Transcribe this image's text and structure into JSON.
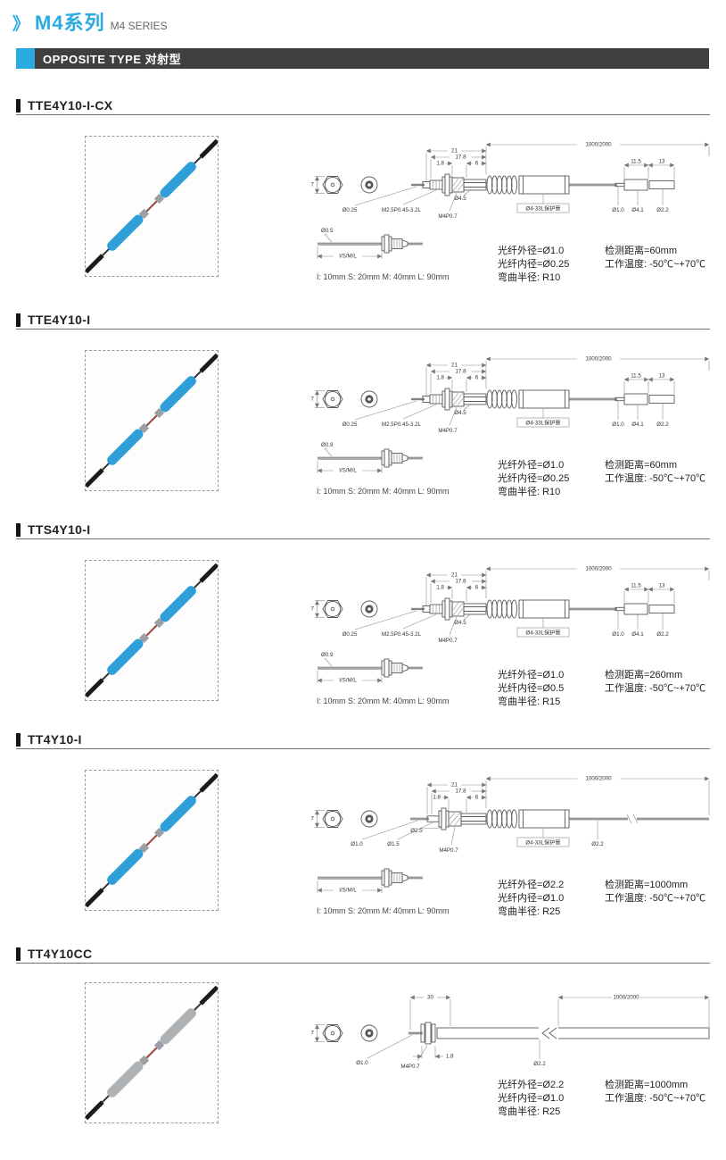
{
  "header": {
    "chevron": "》",
    "title_cn": "M4系列",
    "title_en": "M4 SERIES"
  },
  "banner": {
    "label": "OPPOSITE TYPE 对射型"
  },
  "colors": {
    "accent": "#29abe2",
    "banner_bg": "#3f3f3f"
  },
  "sections": [
    {
      "model": "TTE4Y10-I-CX",
      "photo": {
        "sleeve_color": "#2e9fd8",
        "fiber_color": "#c0473a"
      },
      "drawing": {
        "dim_7": "7",
        "dim_21": "21",
        "dim_178": "17.8",
        "dim_18": "1.8",
        "dim_6": "6",
        "dim_len": "1000/2000",
        "dim_115": "11.5",
        "dim_13": "13",
        "lbl_tip": "Ø0.25",
        "lbl_m25": "M2.5P0.45-3.2L",
        "lbl_m4": "M4P0.7",
        "lbl_d45": "Ø4.5",
        "lbl_tube": "Ø4-33L保护管",
        "lbl_d10": "Ø1.0",
        "lbl_d41": "Ø4.1",
        "lbl_d22": "Ø2.2"
      },
      "fiber_drawing": {
        "diameter": "Ø0.5",
        "length_label": "I/S/M/L"
      },
      "length_note": "I: 10mm S: 20mm M: 40mm L: 90mm",
      "specs": {
        "outer": "光纤外径=Ø1.0",
        "inner": "光纤内径=Ø0.25",
        "bend": "弯曲半径: R10",
        "distance": "检测距离=60mm",
        "temperature": "工作温度: -50℃~+70℃"
      }
    },
    {
      "model": "TTE4Y10-I",
      "photo": {
        "sleeve_color": "#2e9fd8",
        "fiber_color": "#c0473a"
      },
      "drawing": {
        "dim_7": "7",
        "dim_21": "21",
        "dim_178": "17.8",
        "dim_18": "1.8",
        "dim_6": "6",
        "dim_len": "1000/2000",
        "dim_115": "11.5",
        "dim_13": "13",
        "lbl_tip": "Ø0.25",
        "lbl_m25": "M2.5P0.45-3.2L",
        "lbl_m4": "M4P0.7",
        "lbl_d45": "Ø4.5",
        "lbl_tube": "Ø4-33L保护管",
        "lbl_d10": "Ø1.0",
        "lbl_d41": "Ø4.1",
        "lbl_d22": "Ø2.2"
      },
      "fiber_drawing": {
        "diameter": "Ø0.9",
        "length_label": "I/S/M/L"
      },
      "length_note": "I: 10mm S: 20mm M: 40mm L: 90mm",
      "specs": {
        "outer": "光纤外径=Ø1.0",
        "inner": "光纤内径=Ø0.25",
        "bend": "弯曲半径: R10",
        "distance": "检测距离=60mm",
        "temperature": "工作温度: -50℃~+70℃"
      }
    },
    {
      "model": "TTS4Y10-I",
      "photo": {
        "sleeve_color": "#2e9fd8",
        "fiber_color": "#c0473a"
      },
      "drawing": {
        "dim_7": "7",
        "dim_21": "21",
        "dim_178": "17.8",
        "dim_18": "1.8",
        "dim_6": "6",
        "dim_len": "1000/2000",
        "dim_115": "11.5",
        "dim_13": "13",
        "lbl_tip": "Ø0.25",
        "lbl_m25": "M2.5P0.45-3.2L",
        "lbl_m4": "M4P0.7",
        "lbl_d45": "Ø4.5",
        "lbl_tube": "Ø4-33L保护管",
        "lbl_d10": "Ø1.0",
        "lbl_d41": "Ø4.1",
        "lbl_d22": "Ø2.2"
      },
      "fiber_drawing": {
        "diameter": "Ø0.9",
        "length_label": "I/S/M/L"
      },
      "length_note": "I: 10mm S: 20mm M: 40mm L: 90mm",
      "specs": {
        "outer": "光纤外径=Ø1.0",
        "inner": "光纤内径=Ø0.5",
        "bend": "弯曲半径: R15",
        "distance": "检测距离=260mm",
        "temperature": "工作温度: -50℃~+70℃"
      }
    },
    {
      "model": "TT4Y10-I",
      "photo": {
        "sleeve_color": "#2e9fd8",
        "fiber_color": "#c0473a"
      },
      "drawing": {
        "dim_7": "7",
        "dim_21": "21",
        "dim_178": "17.8",
        "dim_18": "1.8",
        "dim_6": "6",
        "dim_len": "1000/2000",
        "lbl_d10": "Ø1.0",
        "lbl_d15": "Ø1.5",
        "lbl_d25": "Ø2.5",
        "lbl_m4": "M4P0.7",
        "lbl_tube": "Ø4-33L保护管",
        "lbl_d22": "Ø2.2"
      },
      "fiber_drawing": {
        "diameter": "",
        "length_label": "I/S/M/L"
      },
      "length_note": "I: 10mm S: 20mm M: 40mm L: 90mm",
      "specs": {
        "outer": "光纤外径=Ø2.2",
        "inner": "光纤内径=Ø1.0",
        "bend": "弯曲半径: R25",
        "distance": "检测距离=1000mm",
        "temperature": "工作温度: -50℃~+70℃"
      }
    },
    {
      "model": "TT4Y10CC",
      "photo": {
        "sleeve_color": "#aeb2b5",
        "fiber_color": "#c0473a"
      },
      "drawing": {
        "dim_7": "7",
        "dim_30": "30",
        "dim_len": "1000/2000",
        "dim_18": "1.8",
        "lbl_d10": "Ø1.0",
        "lbl_m4": "M4P0.7",
        "lbl_d22": "Ø2.2"
      },
      "specs": {
        "outer": "光纤外径=Ø2.2",
        "inner": "光纤内径=Ø1.0",
        "bend": "弯曲半径: R25",
        "distance": "检测距离=1000mm",
        "temperature": "工作温度: -50℃~+70℃"
      }
    }
  ]
}
